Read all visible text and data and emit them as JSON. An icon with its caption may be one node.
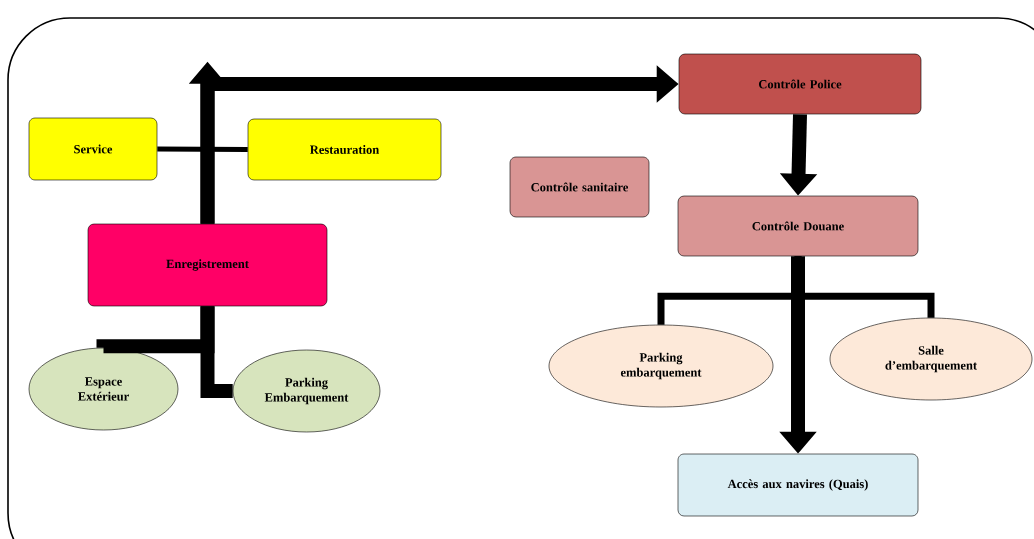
{
  "diagram": {
    "nodes": [
      {
        "text": [
          "Service"
        ]
      },
      {
        "text": [
          "Restauration"
        ]
      },
      {
        "text": [
          "Enregistrement"
        ]
      },
      {
        "text": [
          "Espace Extérieur"
        ]
      },
      {
        "text": [
          "Parking Embarquement"
        ]
      },
      {
        "text": [
          "Contrôle sanitaire"
        ]
      },
      {
        "text": [
          "Contrôle Police"
        ]
      },
      {
        "text": [
          "Contrôle Douane"
        ]
      },
      {
        "text": [
          "Parking embarquement"
        ]
      },
      {
        "text": [
          "Salle d’embarquement"
        ]
      },
      {
        "text": [
          "Accès aux navires (Quais)"
        ]
      }
    ],
    "edges": [
      {
        "from": 2,
        "to": 6,
        "arrow": "to"
      },
      {
        "from": 2,
        "to": null,
        "arrow": "to"
      },
      {
        "from": 0,
        "to": 1,
        "arrow": "none"
      },
      {
        "from": 2,
        "to": 3,
        "arrow": "none"
      },
      {
        "from": 2,
        "to": 4,
        "arrow": "none"
      },
      {
        "from": 6,
        "to": 7,
        "arrow": "to"
      },
      {
        "from": 7,
        "to": 10,
        "arrow": "to"
      },
      {
        "from": 7,
        "to": 8,
        "arrow": "none"
      },
      {
        "from": 7,
        "to": 9,
        "arrow": "none"
      }
    ]
  }
}
